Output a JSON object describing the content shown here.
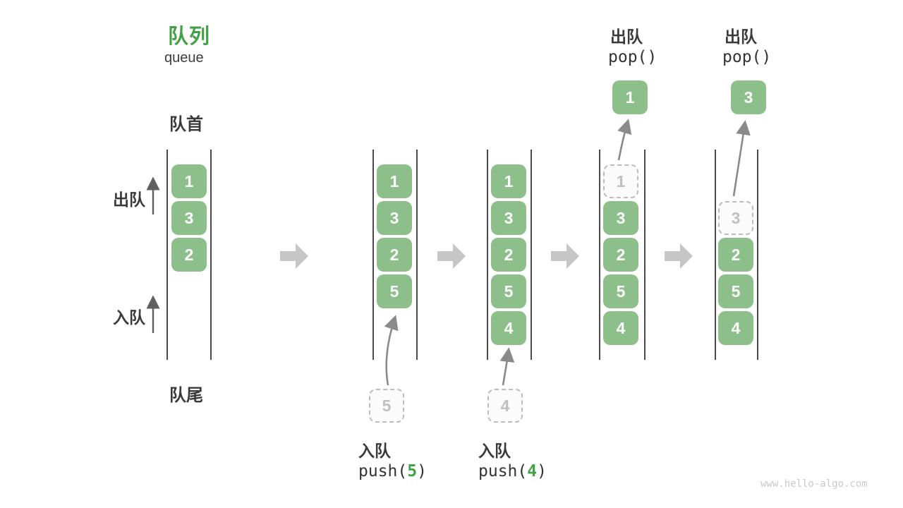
{
  "header": {
    "title_zh": "队列",
    "title_en": "queue"
  },
  "side_labels": {
    "front": "队首",
    "rear": "队尾",
    "dequeue": "出队",
    "enqueue": "入队"
  },
  "states": [
    {
      "boxes": [
        "1",
        "3",
        "2"
      ]
    },
    {
      "boxes": [
        "1",
        "3",
        "2",
        "5"
      ],
      "incoming": "5"
    },
    {
      "boxes": [
        "1",
        "3",
        "2",
        "5",
        "4"
      ],
      "incoming": "4"
    },
    {
      "ghost": "1",
      "boxes": [
        "3",
        "2",
        "5",
        "4"
      ],
      "popped": "1"
    },
    {
      "ghost": "3",
      "boxes": [
        "2",
        "5",
        "4"
      ],
      "popped": "3"
    }
  ],
  "operations": {
    "push5": {
      "label": "入队",
      "fn": "push(",
      "arg": "5",
      "close": ")"
    },
    "push4": {
      "label": "入队",
      "fn": "push(",
      "arg": "4",
      "close": ")"
    },
    "pop1": {
      "label": "出队",
      "code": "pop()"
    },
    "pop2": {
      "label": "出队",
      "code": "pop()"
    }
  },
  "watermark": "www.hello-algo.com",
  "colors": {
    "item_green": "#8cbf8a",
    "title_green": "#43a047",
    "code_arg_green": "#43a047",
    "ghost_border": "#bcbcbc",
    "ghost_text": "#c0c0c0",
    "column_line": "#4a4a4a",
    "curved_arrow": "#8a8a8a",
    "step_arrow": "#c6c6c6",
    "text_dark": "#3a3a3a",
    "watermark_gray": "#c9c9c9"
  }
}
